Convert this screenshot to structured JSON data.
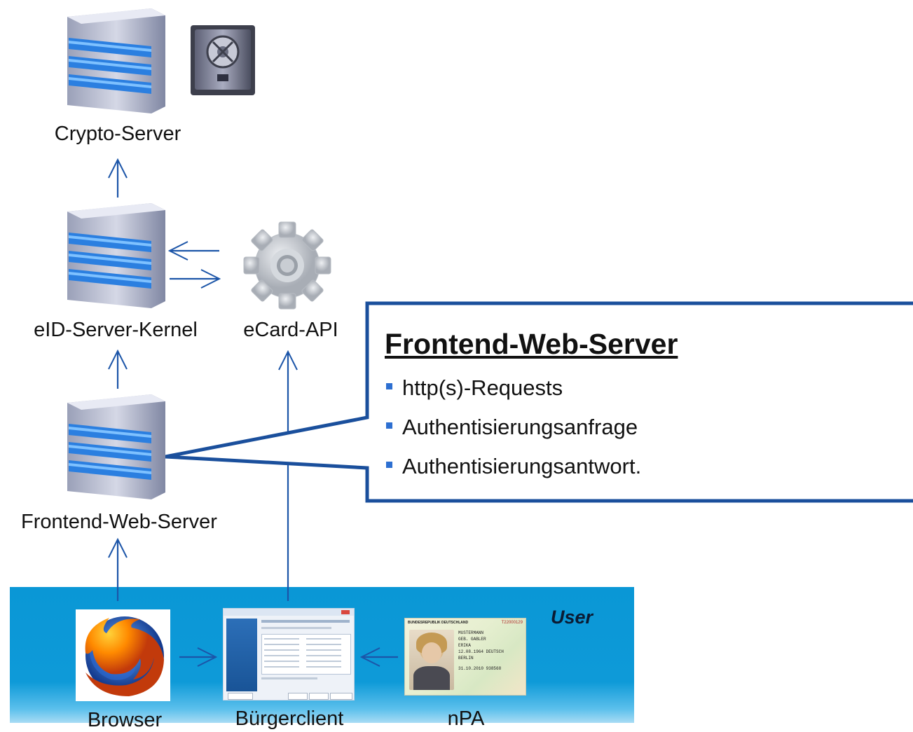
{
  "nodes": {
    "crypto_server": "Crypto-Server",
    "eid_server_kernel": "eID-Server-Kernel",
    "ecard_api": "eCard-API",
    "frontend_web_server": "Frontend-Web-Server",
    "browser": "Browser",
    "buergerclient": "Bürgerclient",
    "npa": "nPA"
  },
  "user_zone": {
    "label": "User"
  },
  "callout": {
    "title": "Frontend-Web-Server",
    "bullets": [
      "http(s)-Requests",
      "Authentisierungsanfrage",
      "Authentisierungsantwort."
    ]
  },
  "id_card": {
    "header": "BUNDESREPUBLIK DEUTSCHLAND",
    "number": "T22000129",
    "surname": "MUSTERMANN",
    "birth_name": "GEB. GABLER",
    "given_name": "ERIKA",
    "birth_date": "12.08.1964",
    "nationality": "DEUTSCH",
    "place": "BERLIN",
    "expiry": "31.10.2010",
    "can": "938568"
  },
  "colors": {
    "arrow": "#1c55a8",
    "callout_border": "#1a4f9c",
    "user_band": "#0e9ad8",
    "bullet": "#2d6fd1"
  },
  "icons": [
    "server-icon",
    "safe-icon",
    "gear-icon",
    "firefox-icon",
    "window-icon",
    "id-card-icon"
  ]
}
